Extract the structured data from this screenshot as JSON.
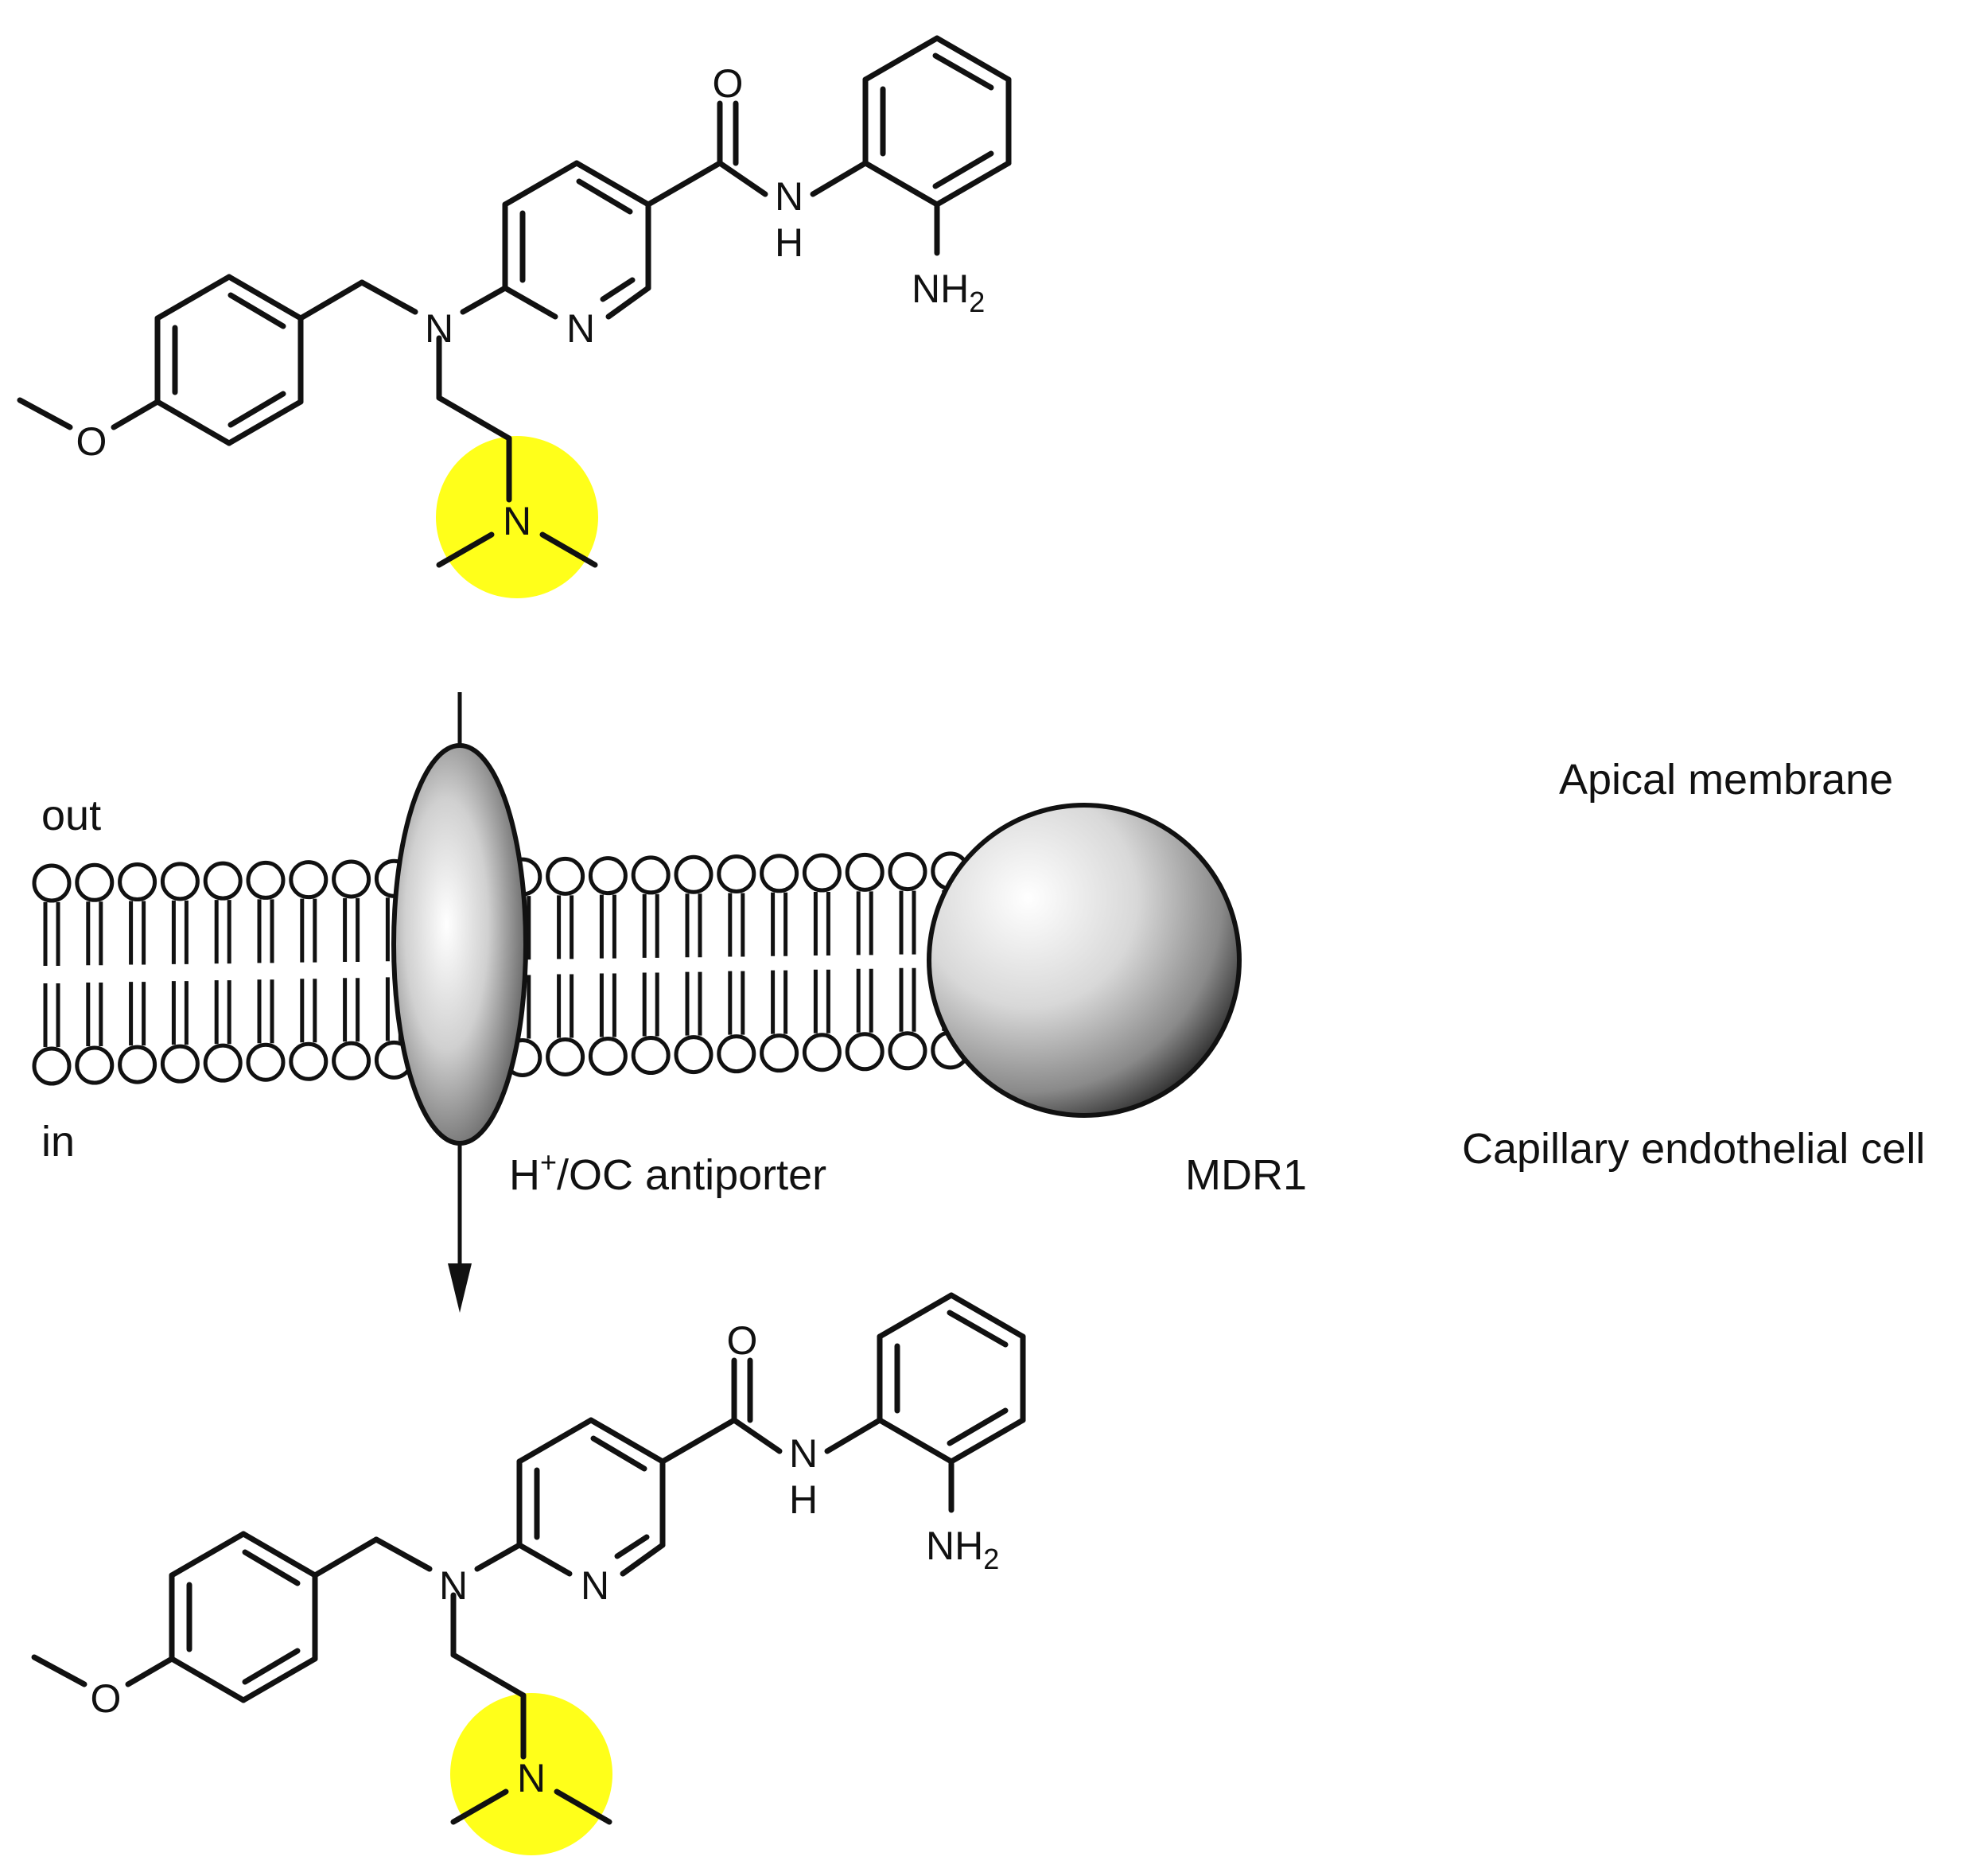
{
  "labels": {
    "out": "out",
    "in": "in",
    "apical": "Apical membrane",
    "capillary": "Capillary endothelial cell",
    "mdr1": "MDR1",
    "antiporter_prefix": "H",
    "antiporter_sup": "+",
    "antiporter_suffix": "/OC antiporter"
  },
  "atoms": {
    "O_carbonyl": "O",
    "N_amide": "N",
    "H_amide": "H",
    "NH2_main": "NH",
    "NH2_sub": "2",
    "N_pyridine": "N",
    "N_amine": "N",
    "O_methoxy": "O",
    "N_dimethyl": "N"
  },
  "colors": {
    "highlight": "#ffff1a",
    "ink": "#111111",
    "protein_light": "#ffffff",
    "protein_dark": "#1e1e1e"
  },
  "diagram": {
    "top_molecule_highlight": true,
    "bottom_molecule_highlight": true,
    "direction": "out to in"
  }
}
